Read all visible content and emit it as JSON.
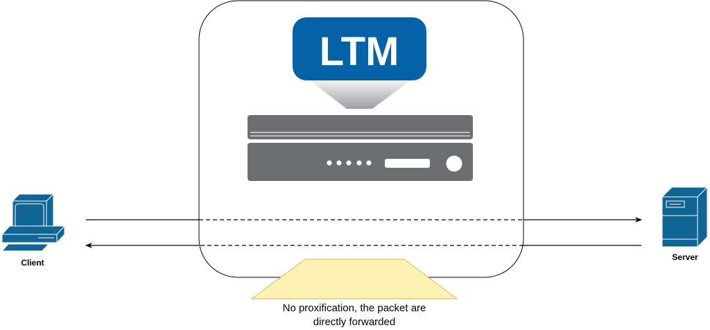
{
  "ltm_badge": {
    "text": "LTM",
    "color": "#0361a6"
  },
  "client": {
    "label": "Client",
    "icon": "desktop-computer-icon",
    "color": "#0f6594"
  },
  "server": {
    "label": "Server",
    "icon": "tower-server-icon",
    "color": "#0f6594"
  },
  "note": {
    "line1": "No proxification, the packet are",
    "line2": "directly forwarded",
    "fill": "#fff2b3",
    "stroke": "#d6b656"
  },
  "appliance": {
    "icon": "load-balancer-appliance-icon",
    "color": "#6d6e71"
  }
}
